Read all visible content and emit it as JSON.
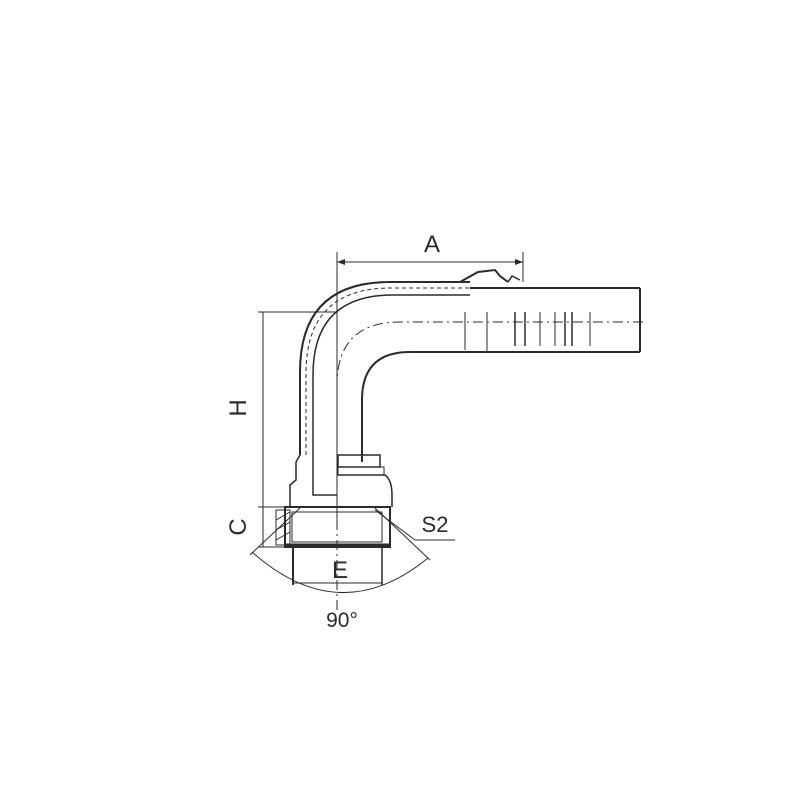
{
  "diagram": {
    "subject": "90° elbow hose fitting with swivel nut",
    "labels": {
      "A": "A",
      "H": "H",
      "C": "C",
      "E": "E",
      "S2": "S2",
      "angle": "90°"
    },
    "colors": {
      "line": "#2b2b2b",
      "background": "#ffffff"
    }
  }
}
